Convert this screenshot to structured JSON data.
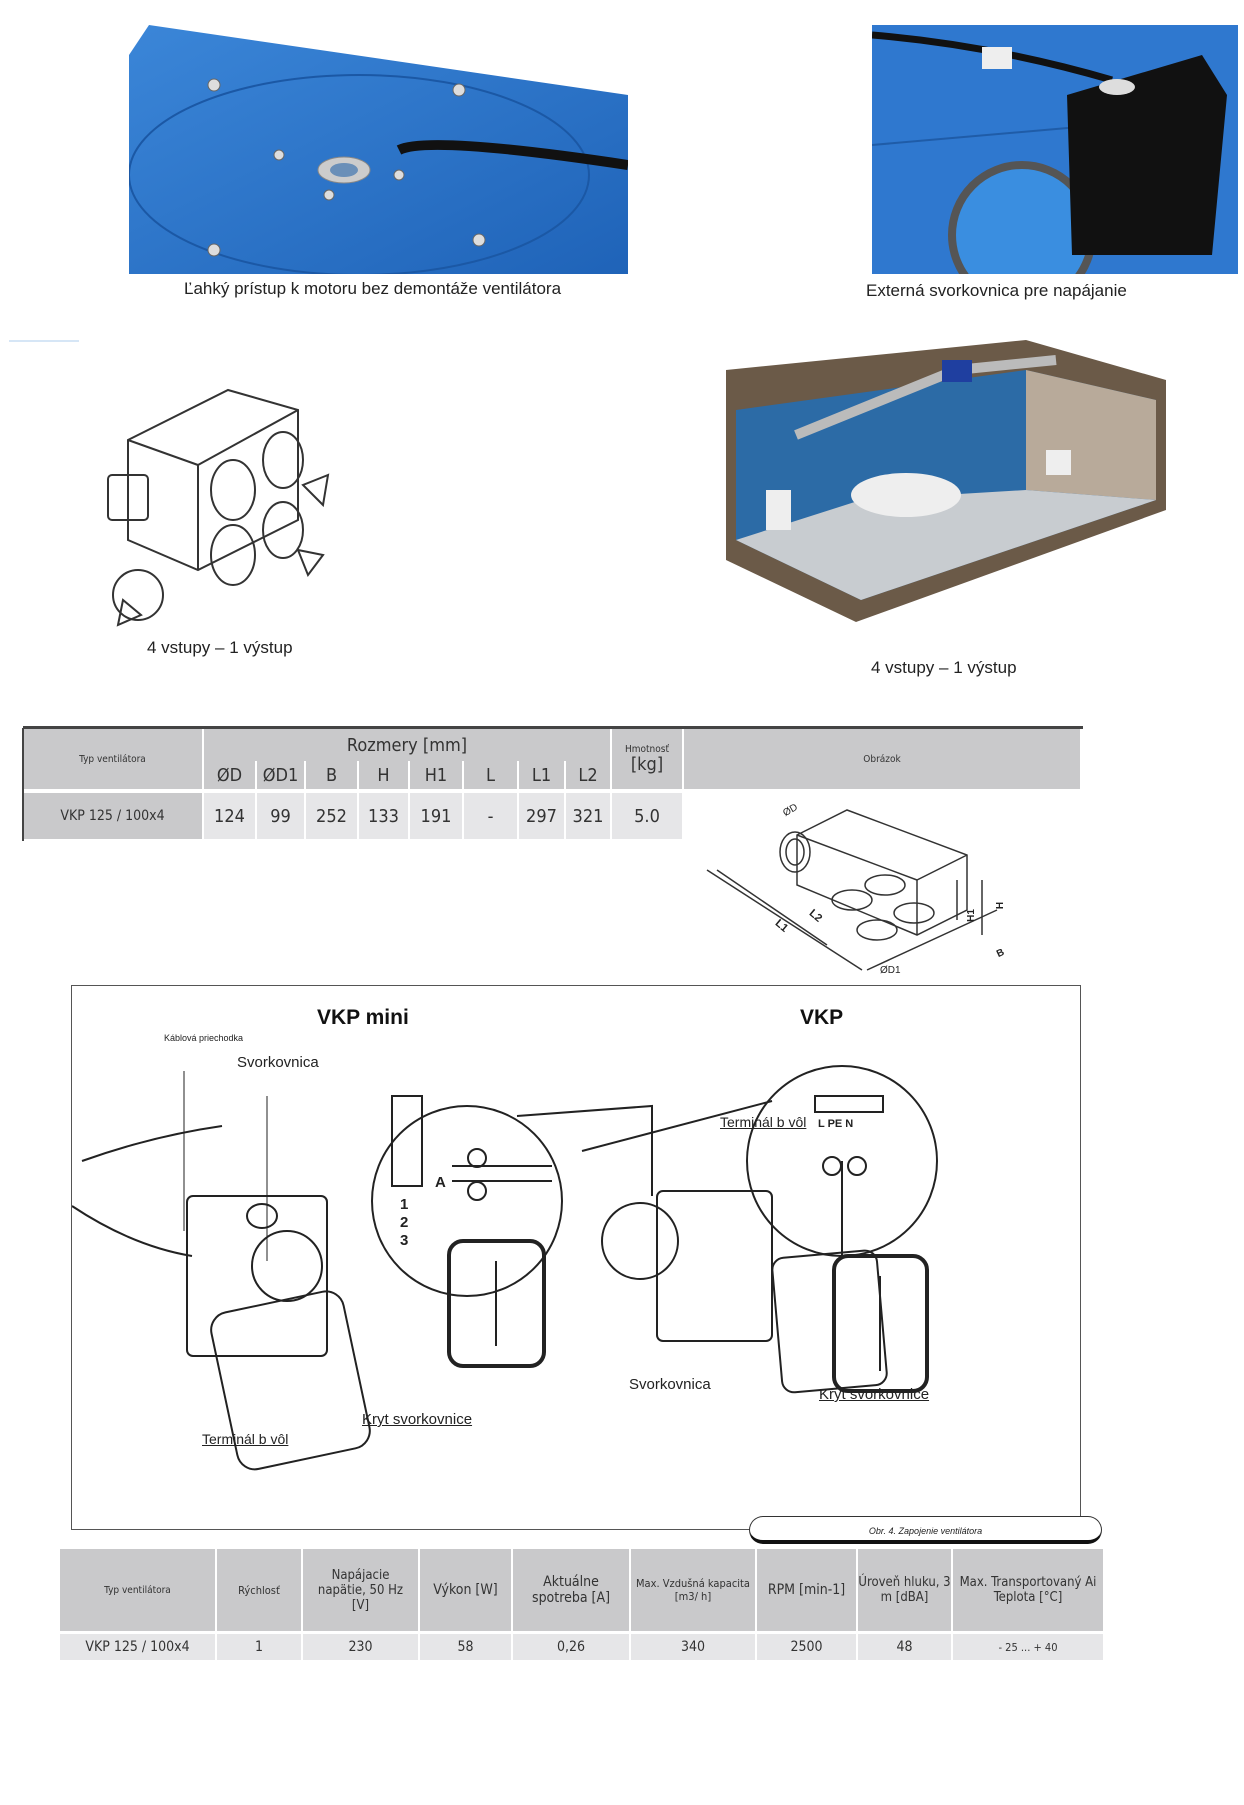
{
  "photos": {
    "motor_caption": "Ľahký prístup k motoru bez demontáže ventilátora",
    "terminal_caption": "Externá svorkovnica pre napájanie"
  },
  "drawings": {
    "left_caption": "4 vstupy – 1 výstup",
    "right_caption": "4 vstupy – 1 výstup"
  },
  "dimensions_table": {
    "type_header": "Typ ventilátora",
    "group_header": "Rozmery [mm]",
    "columns": [
      "ØD",
      "ØD1",
      "B",
      "H",
      "H1",
      "L",
      "L1",
      "L2"
    ],
    "weight_header_1": "Hmotnosť",
    "weight_header_2": "[kg]",
    "image_header": "Obrázok",
    "row": {
      "type": "VKP 125 / 100x4",
      "values": [
        "124",
        "99",
        "252",
        "133",
        "191",
        "-",
        "297",
        "321"
      ],
      "weight": "5.0"
    },
    "diagram_labels": {
      "d": "ØD",
      "d1": "ØD1",
      "l1": "L1",
      "l2": "L2",
      "h1": "H1",
      "h": "H",
      "b": "B"
    }
  },
  "wiring": {
    "title_left": "VKP mini",
    "title_right": "VKP",
    "cable_gland": "Káblová priechodka",
    "terminal_left": "Svorkovnica",
    "terminal_right": "Svorkovnica",
    "ground_left": "Terminál b vôl",
    "ground_right": "Terminál b vôl",
    "cover_left": "Kryt svorkovnice",
    "cover_right": "Kryt svorkovnice",
    "terminals_mini": [
      "1",
      "2",
      "3"
    ],
    "terminal_a": "A",
    "terminals_vkp": "L PE N",
    "caption": "Obr. 4. Zapojenie ventilátora"
  },
  "spec_table": {
    "headers": [
      "Typ ventilátora",
      "Rýchlosť",
      "Napájacie napätie, 50 Hz [V]",
      "Výkon [W]",
      "Aktuálne spotreba [A]",
      "Max. Vzdušná kapacita [m3/ h]",
      "RPM [min-1]",
      "Úroveň hluku, 3 m [dBA]",
      "Max. Transportovaný Ai Teplota [°C]"
    ],
    "row": [
      "VKP 125 / 100x4",
      "1",
      "230",
      "58",
      "0,26",
      "340",
      "2500",
      "48",
      "- 25 ... + 40"
    ]
  }
}
